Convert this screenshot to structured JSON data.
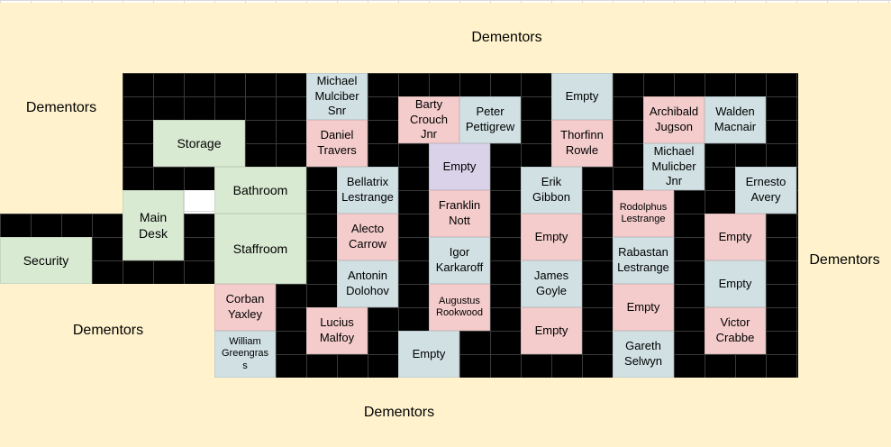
{
  "labels": {
    "dementors": "Dementors",
    "security": "Security",
    "main_desk": "Main\nDesk",
    "storage": "Storage",
    "bathroom": "Bathroom",
    "staffroom": "Staffroom"
  },
  "cells": {
    "michael_mulciber_snr": "Michael\nMulciber\nSnr",
    "daniel_travers": "Daniel\nTravers",
    "bellatrix_lestrange": "Bellatrix\nLestrange",
    "alecto_carrow": "Alecto\nCarrow",
    "antonin_dolohov": "Antonin\nDolohov",
    "lucius_malfoy": "Lucius\nMalfoy",
    "corban_yaxley": "Corban\nYaxley",
    "william_greengrass": "William\nGreengras\ns",
    "barty_crouch_jnr": "Barty\nCrouch\nJnr",
    "peter_pettigrew": "Peter\nPettigrew",
    "empty_purple": "Empty",
    "franklin_nott": "Franklin\nNott",
    "igor_karkaroff": "Igor\nKarkaroff",
    "augustus_rookwood": "Augustus\nRookwood",
    "empty_bottom_mid": "Empty",
    "empty_top_right_mid": "Empty",
    "thorfinn_rowle": "Thorfinn\nRowle",
    "erik_gibbon": "Erik\nGibbon",
    "empty_mid_col": "Empty",
    "james_goyle": "James\nGoyle",
    "empty_lower_col": "Empty",
    "archibald_jugson": "Archibald\nJugson",
    "walden_macnair": "Walden\nMacnair",
    "michael_mulciber_jnr": "Michael\nMulicber\nJnr",
    "ernesto_avery": "Ernesto\nAvery",
    "rodolphus_lestrange": "Rodolphus\nLestrange",
    "rabastan_lestrange": "Rabastan\nLestrange",
    "empty_right_1": "Empty",
    "gareth_selwyn": "Gareth\nSelwyn",
    "empty_far_right_1": "Empty",
    "empty_far_right_2": "Empty",
    "victor_crabbe": "Victor\nCrabbe"
  }
}
